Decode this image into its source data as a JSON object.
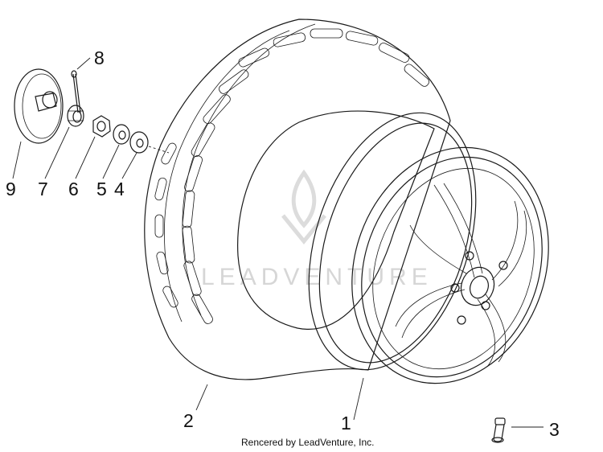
{
  "callouts": [
    {
      "id": "1",
      "label": "1"
    },
    {
      "id": "2",
      "label": "2"
    },
    {
      "id": "3",
      "label": "3"
    },
    {
      "id": "4",
      "label": "4"
    },
    {
      "id": "5",
      "label": "5"
    },
    {
      "id": "6",
      "label": "6"
    },
    {
      "id": "7",
      "label": "7"
    },
    {
      "id": "8",
      "label": "8"
    },
    {
      "id": "9",
      "label": "9"
    }
  ],
  "watermark": "LEADVENTURE",
  "footer": "Rencered by LeadVenture, Inc.",
  "colors": {
    "line": "#1a1a1a",
    "watermark": "#d6d6d6",
    "background": "#ffffff"
  }
}
